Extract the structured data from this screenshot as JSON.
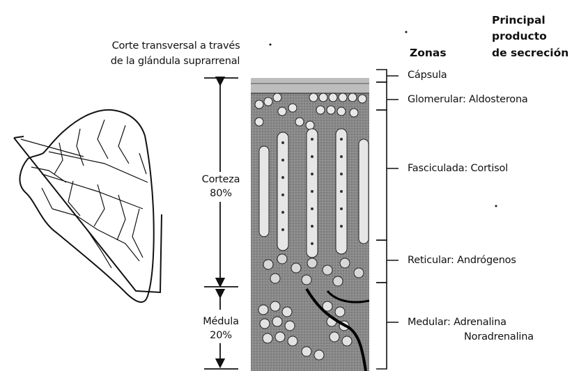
{
  "caption": {
    "line1": "Corte transversal a través",
    "line2": "de la glándula suprarrenal"
  },
  "headers": {
    "zones": "Zonas",
    "product_line1": "Principal",
    "product_line2": "producto",
    "product_line3": "de secreción"
  },
  "cortex": {
    "name": "Corteza",
    "percent": "80%"
  },
  "medulla": {
    "name": "Médula",
    "percent": "20%"
  },
  "zones": [
    {
      "label": "Cápsula"
    },
    {
      "label": "Glomerular: Aldosterona"
    },
    {
      "label": "Fasciculada: Cortisol"
    },
    {
      "label": "Reticular: Andrógenos"
    },
    {
      "label": "Medular: Adrenalina"
    }
  ],
  "medular_extra": "Noradrenalina"
}
